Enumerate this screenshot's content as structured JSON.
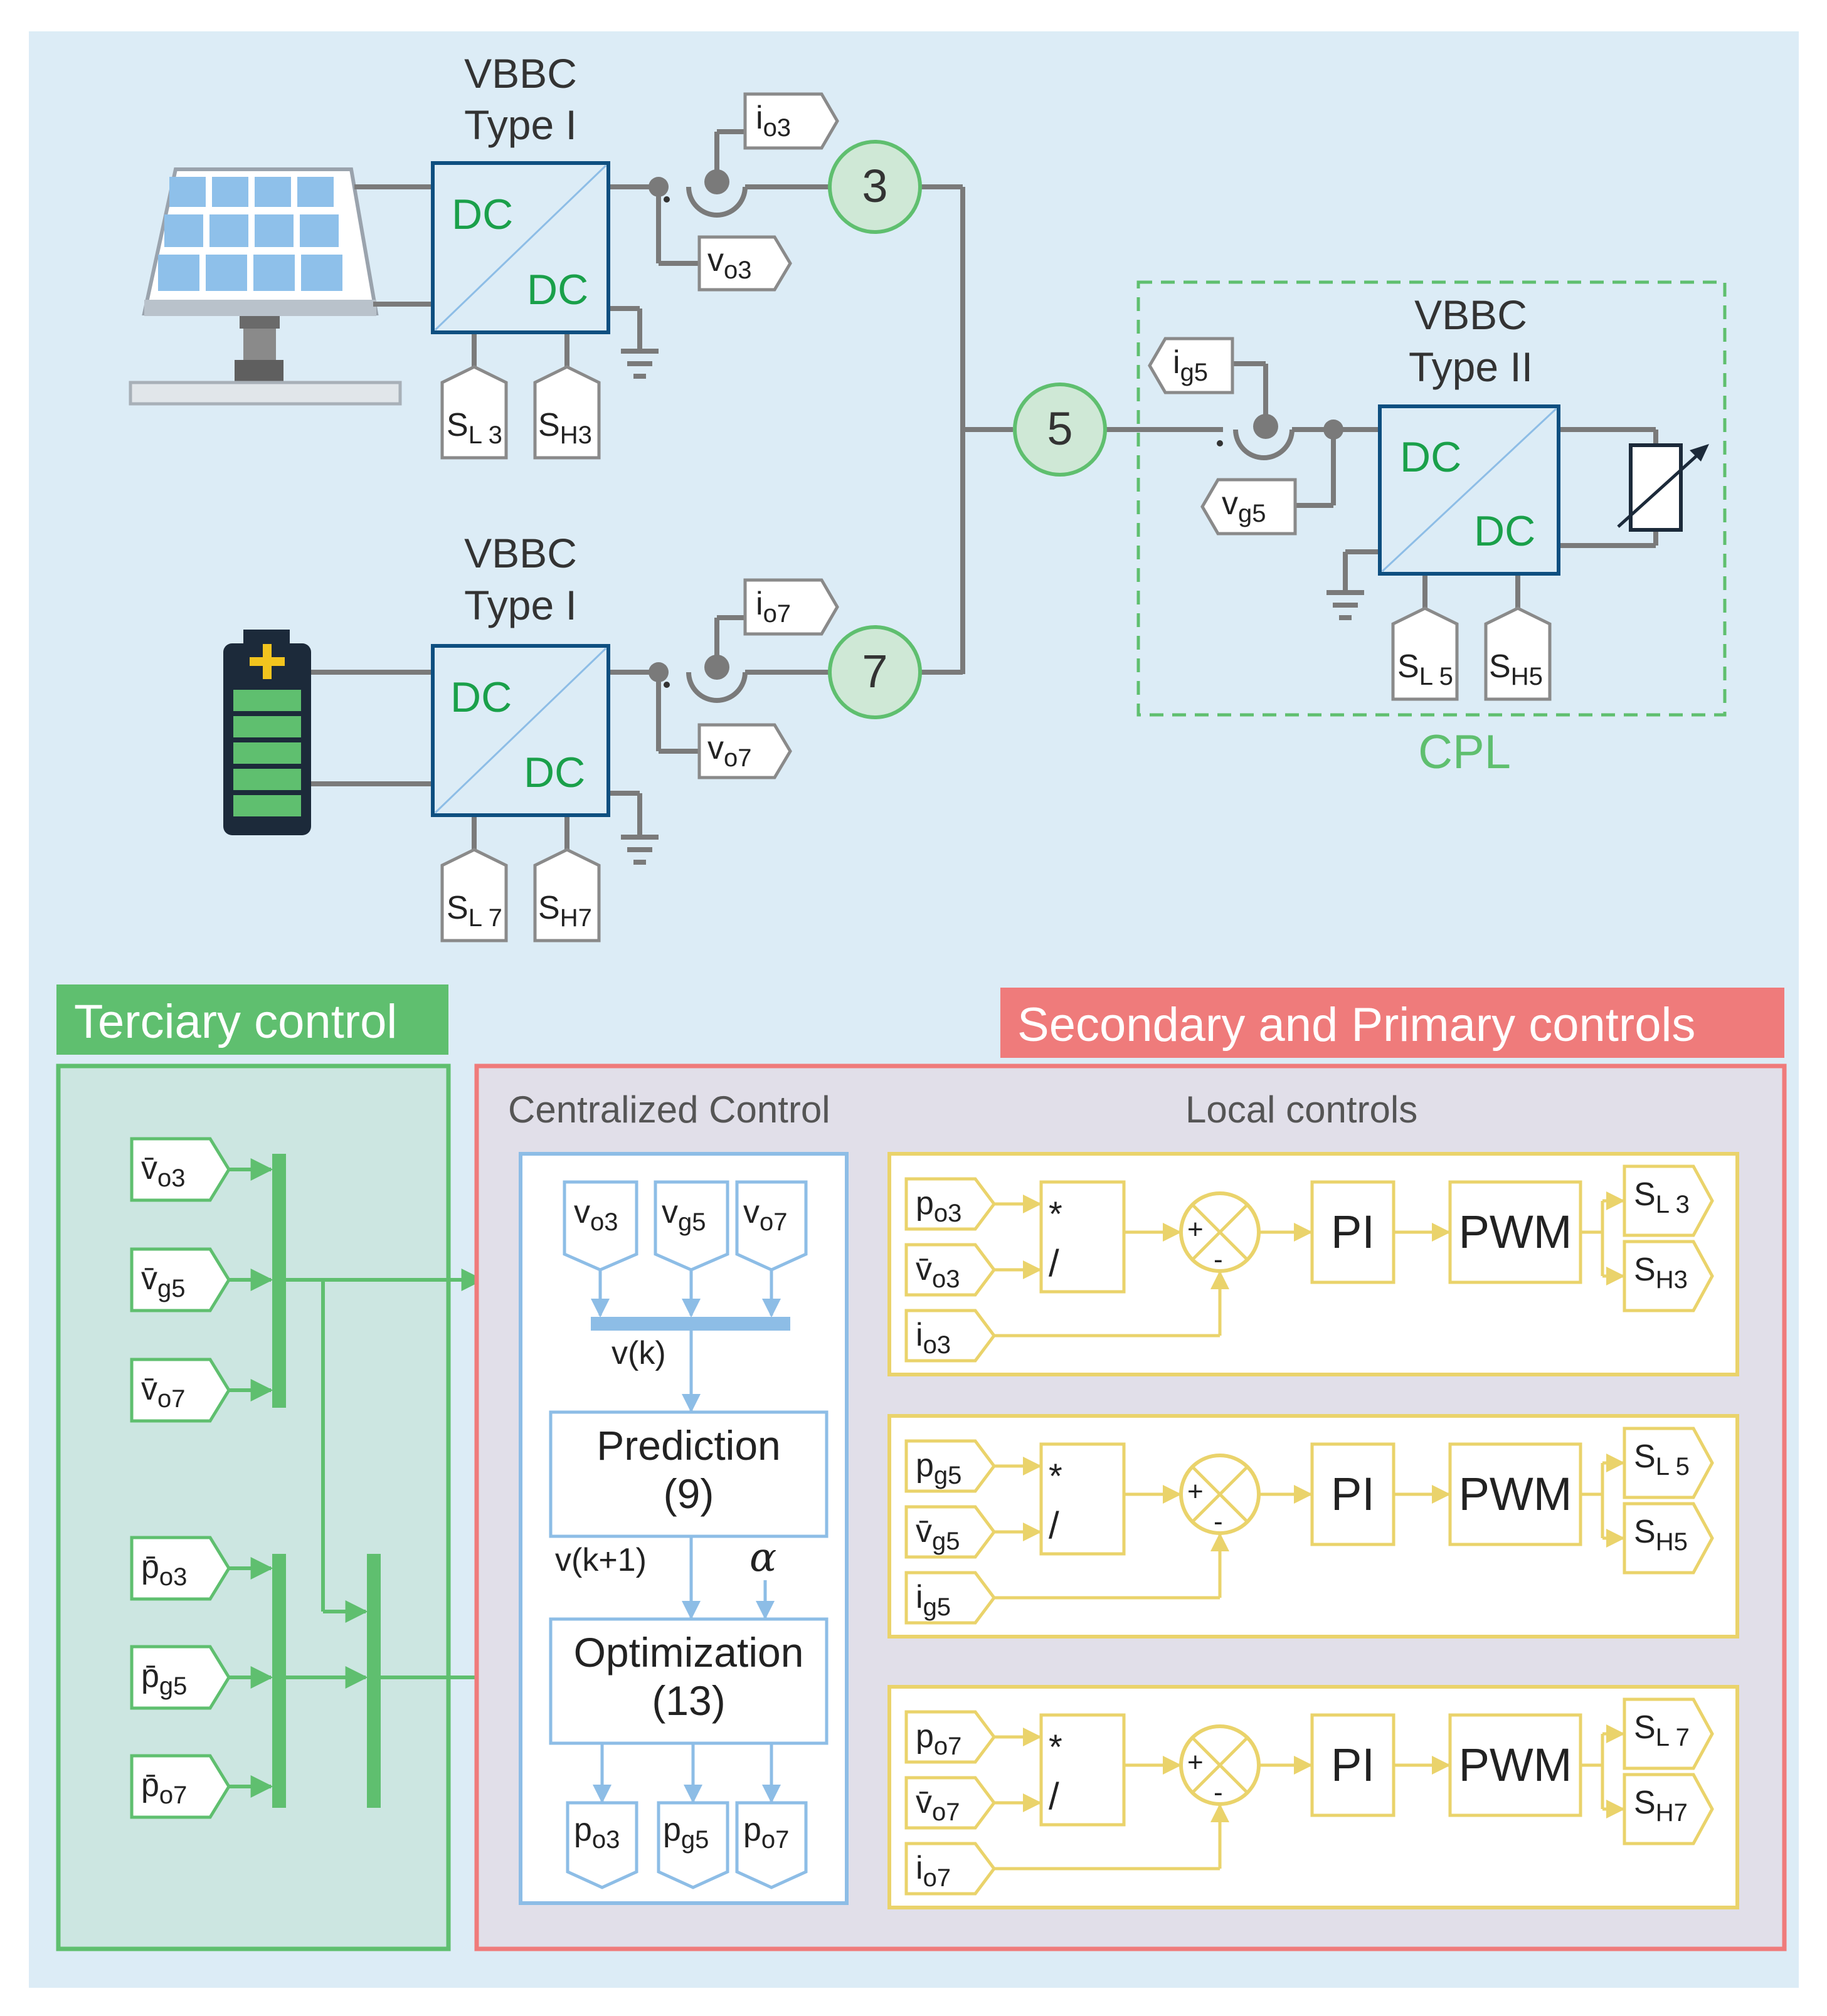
{
  "colors": {
    "background_top": "#dcecf6",
    "tertiary_bg": "#cce6e1",
    "sec_prim_bg": "#e1dfe9",
    "green": "#5fbf6f",
    "red": "#ef7b7b",
    "blue": "#8dbde6",
    "yellow": "#ead36b",
    "gray_wire": "#7a7a7a",
    "dc_green": "#1aa04a"
  },
  "top": {
    "converter_pv": {
      "title1": "VBBC",
      "title2": "Type I",
      "dc_top": "DC",
      "dc_bottom": "DC",
      "sl_main": "S",
      "sl_sub": "L 3",
      "sh_main": "S",
      "sh_sub": "H3"
    },
    "converter_batt": {
      "title1": "VBBC",
      "title2": "Type I",
      "dc_top": "DC",
      "dc_bottom": "DC",
      "sl_main": "S",
      "sl_sub": "L 7",
      "sh_main": "S",
      "sh_sub": "H7"
    },
    "converter_cpl": {
      "title1": "VBBC",
      "title2": "Type II",
      "dc_top": "DC",
      "dc_bottom": "DC",
      "sl_main": "S",
      "sl_sub": "L 5",
      "sh_main": "S",
      "sh_sub": "H5"
    },
    "sensor_io3": {
      "main": "i",
      "sub": "o3"
    },
    "sensor_vo3": {
      "main": "v",
      "sub": "o3"
    },
    "sensor_io7": {
      "main": "i",
      "sub": "o7"
    },
    "sensor_vo7": {
      "main": "v",
      "sub": "o7"
    },
    "sensor_ig5": {
      "main": "i",
      "sub": "g5"
    },
    "sensor_vg5": {
      "main": "v",
      "sub": "g5"
    },
    "node3": "3",
    "node5": "5",
    "node7": "7",
    "cpl_label": "CPL"
  },
  "tertiary": {
    "banner": "Terciary control",
    "v_inputs": [
      {
        "main": "v̄",
        "sub": "o3"
      },
      {
        "main": "v̄",
        "sub": "g5"
      },
      {
        "main": "v̄",
        "sub": "o7"
      }
    ],
    "p_inputs": [
      {
        "main": "p̄",
        "sub": "o3"
      },
      {
        "main": "p̄",
        "sub": "g5"
      },
      {
        "main": "p̄",
        "sub": "o7"
      }
    ]
  },
  "secondary": {
    "banner": "Secondary and Primary controls",
    "central_header": "Centralized Control",
    "local_header": "Local controls",
    "central_inputs": [
      {
        "main": "v",
        "sub": "o3"
      },
      {
        "main": "v",
        "sub": "g5"
      },
      {
        "main": "v",
        "sub": "o7"
      }
    ],
    "vk": "v(k)",
    "prediction": {
      "line1": "Prediction",
      "line2": "(9)"
    },
    "vk1": "v(k+1)",
    "alpha": "α",
    "optimization": {
      "line1": "Optimization",
      "line2": "(13)"
    },
    "central_outputs": [
      {
        "main": "p",
        "sub": "o3"
      },
      {
        "main": "p",
        "sub": "g5"
      },
      {
        "main": "p",
        "sub": "o7"
      }
    ],
    "local_blocks": [
      {
        "p": {
          "main": "p",
          "sub": "o3"
        },
        "v": {
          "main": "v̄",
          "sub": "o3"
        },
        "i": {
          "main": "i",
          "sub": "o3"
        },
        "mul": "*",
        "div": "/",
        "plus": "+",
        "minus": "-",
        "pi": "PI",
        "pwm": "PWM",
        "sl": {
          "main": "S",
          "sub": "L 3"
        },
        "sh": {
          "main": "S",
          "sub": "H3"
        }
      },
      {
        "p": {
          "main": "p",
          "sub": "g5"
        },
        "v": {
          "main": "v̄",
          "sub": "g5"
        },
        "i": {
          "main": "i",
          "sub": "g5"
        },
        "mul": "*",
        "div": "/",
        "plus": "+",
        "minus": "-",
        "pi": "PI",
        "pwm": "PWM",
        "sl": {
          "main": "S",
          "sub": "L 5"
        },
        "sh": {
          "main": "S",
          "sub": "H5"
        }
      },
      {
        "p": {
          "main": "p",
          "sub": "o7"
        },
        "v": {
          "main": "v̄",
          "sub": "o7"
        },
        "i": {
          "main": "i",
          "sub": "o7"
        },
        "mul": "*",
        "div": "/",
        "plus": "+",
        "minus": "-",
        "pi": "PI",
        "pwm": "PWM",
        "sl": {
          "main": "S",
          "sub": "L 7"
        },
        "sh": {
          "main": "S",
          "sub": "H7"
        }
      }
    ]
  }
}
